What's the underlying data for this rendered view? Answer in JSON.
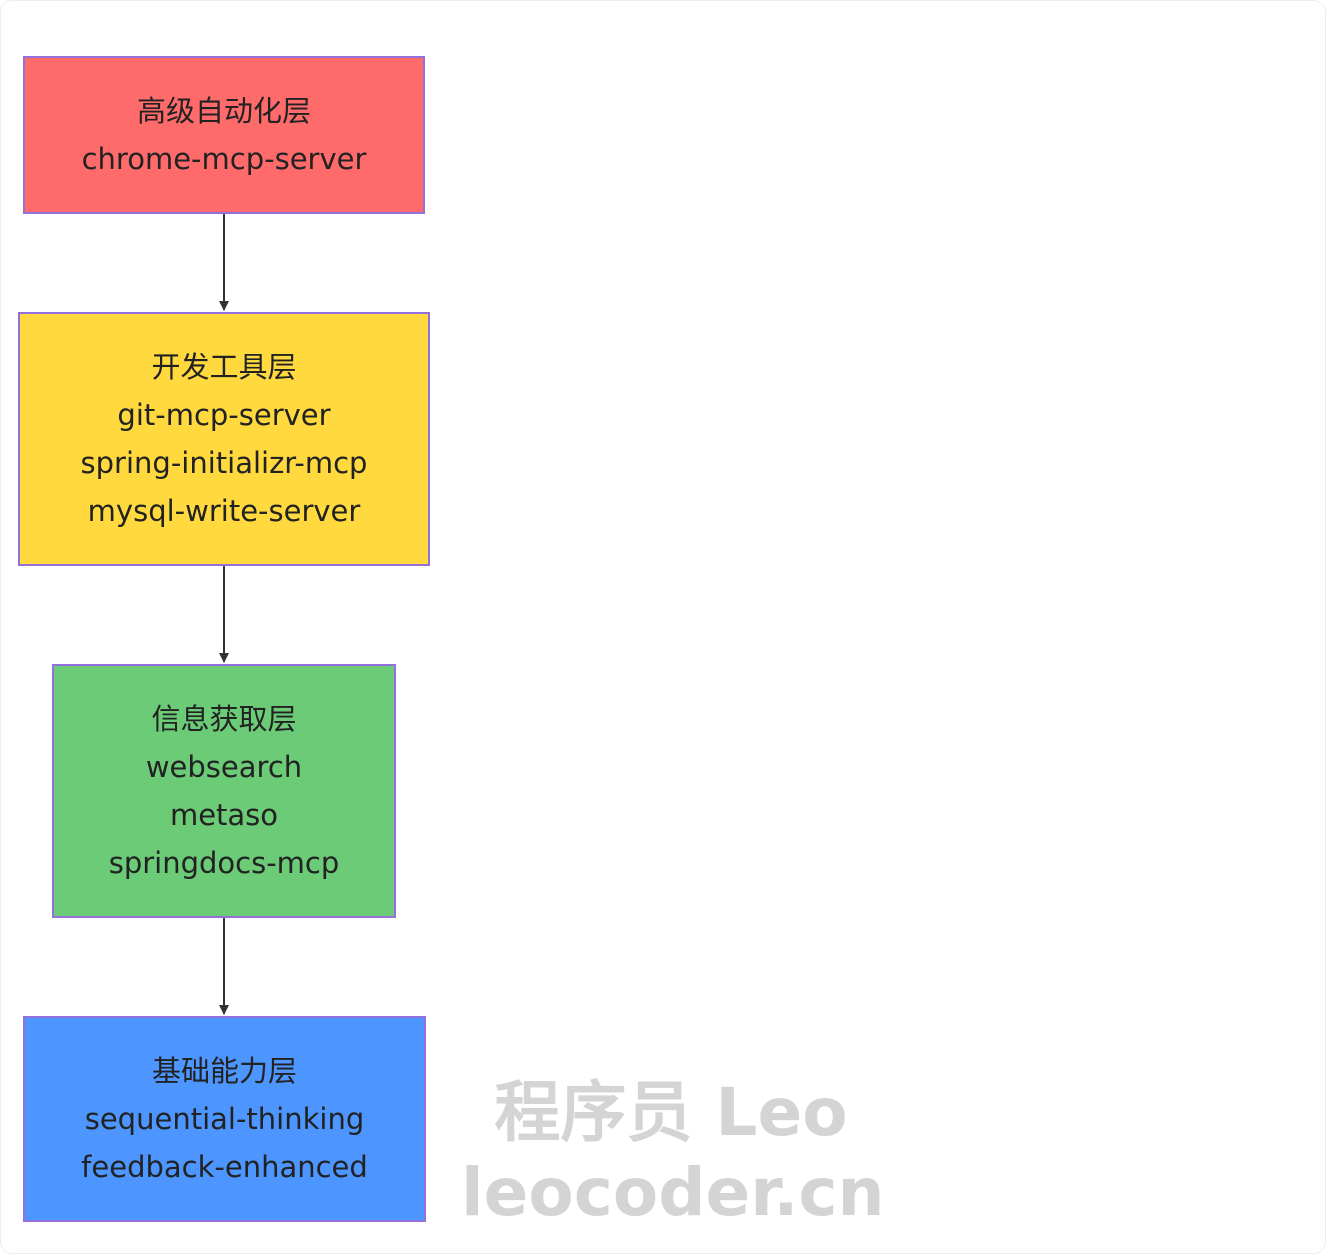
{
  "diagram": {
    "nodes": [
      {
        "id": "n1",
        "color": "#ff6b6b",
        "lines": [
          "高级自动化层",
          "chrome-mcp-server"
        ]
      },
      {
        "id": "n2",
        "color": "#ffd93d",
        "lines": [
          "开发工具层",
          "git-mcp-server",
          "spring-initializr-mcp",
          "mysql-write-server"
        ]
      },
      {
        "id": "n3",
        "color": "#6bcb77",
        "lines": [
          "信息获取层",
          "websearch",
          "metaso",
          "springdocs-mcp"
        ]
      },
      {
        "id": "n4",
        "color": "#4d96ff",
        "lines": [
          "基础能力层",
          "sequential-thinking",
          "feedback-enhanced"
        ]
      }
    ],
    "edges": [
      {
        "from": "n1",
        "to": "n2"
      },
      {
        "from": "n2",
        "to": "n3"
      },
      {
        "from": "n3",
        "to": "n4"
      }
    ],
    "border_color": "#9370db",
    "edge_color": "#333333"
  },
  "watermark": {
    "line1": "程序员 Leo",
    "line2": "leocoder.cn"
  }
}
